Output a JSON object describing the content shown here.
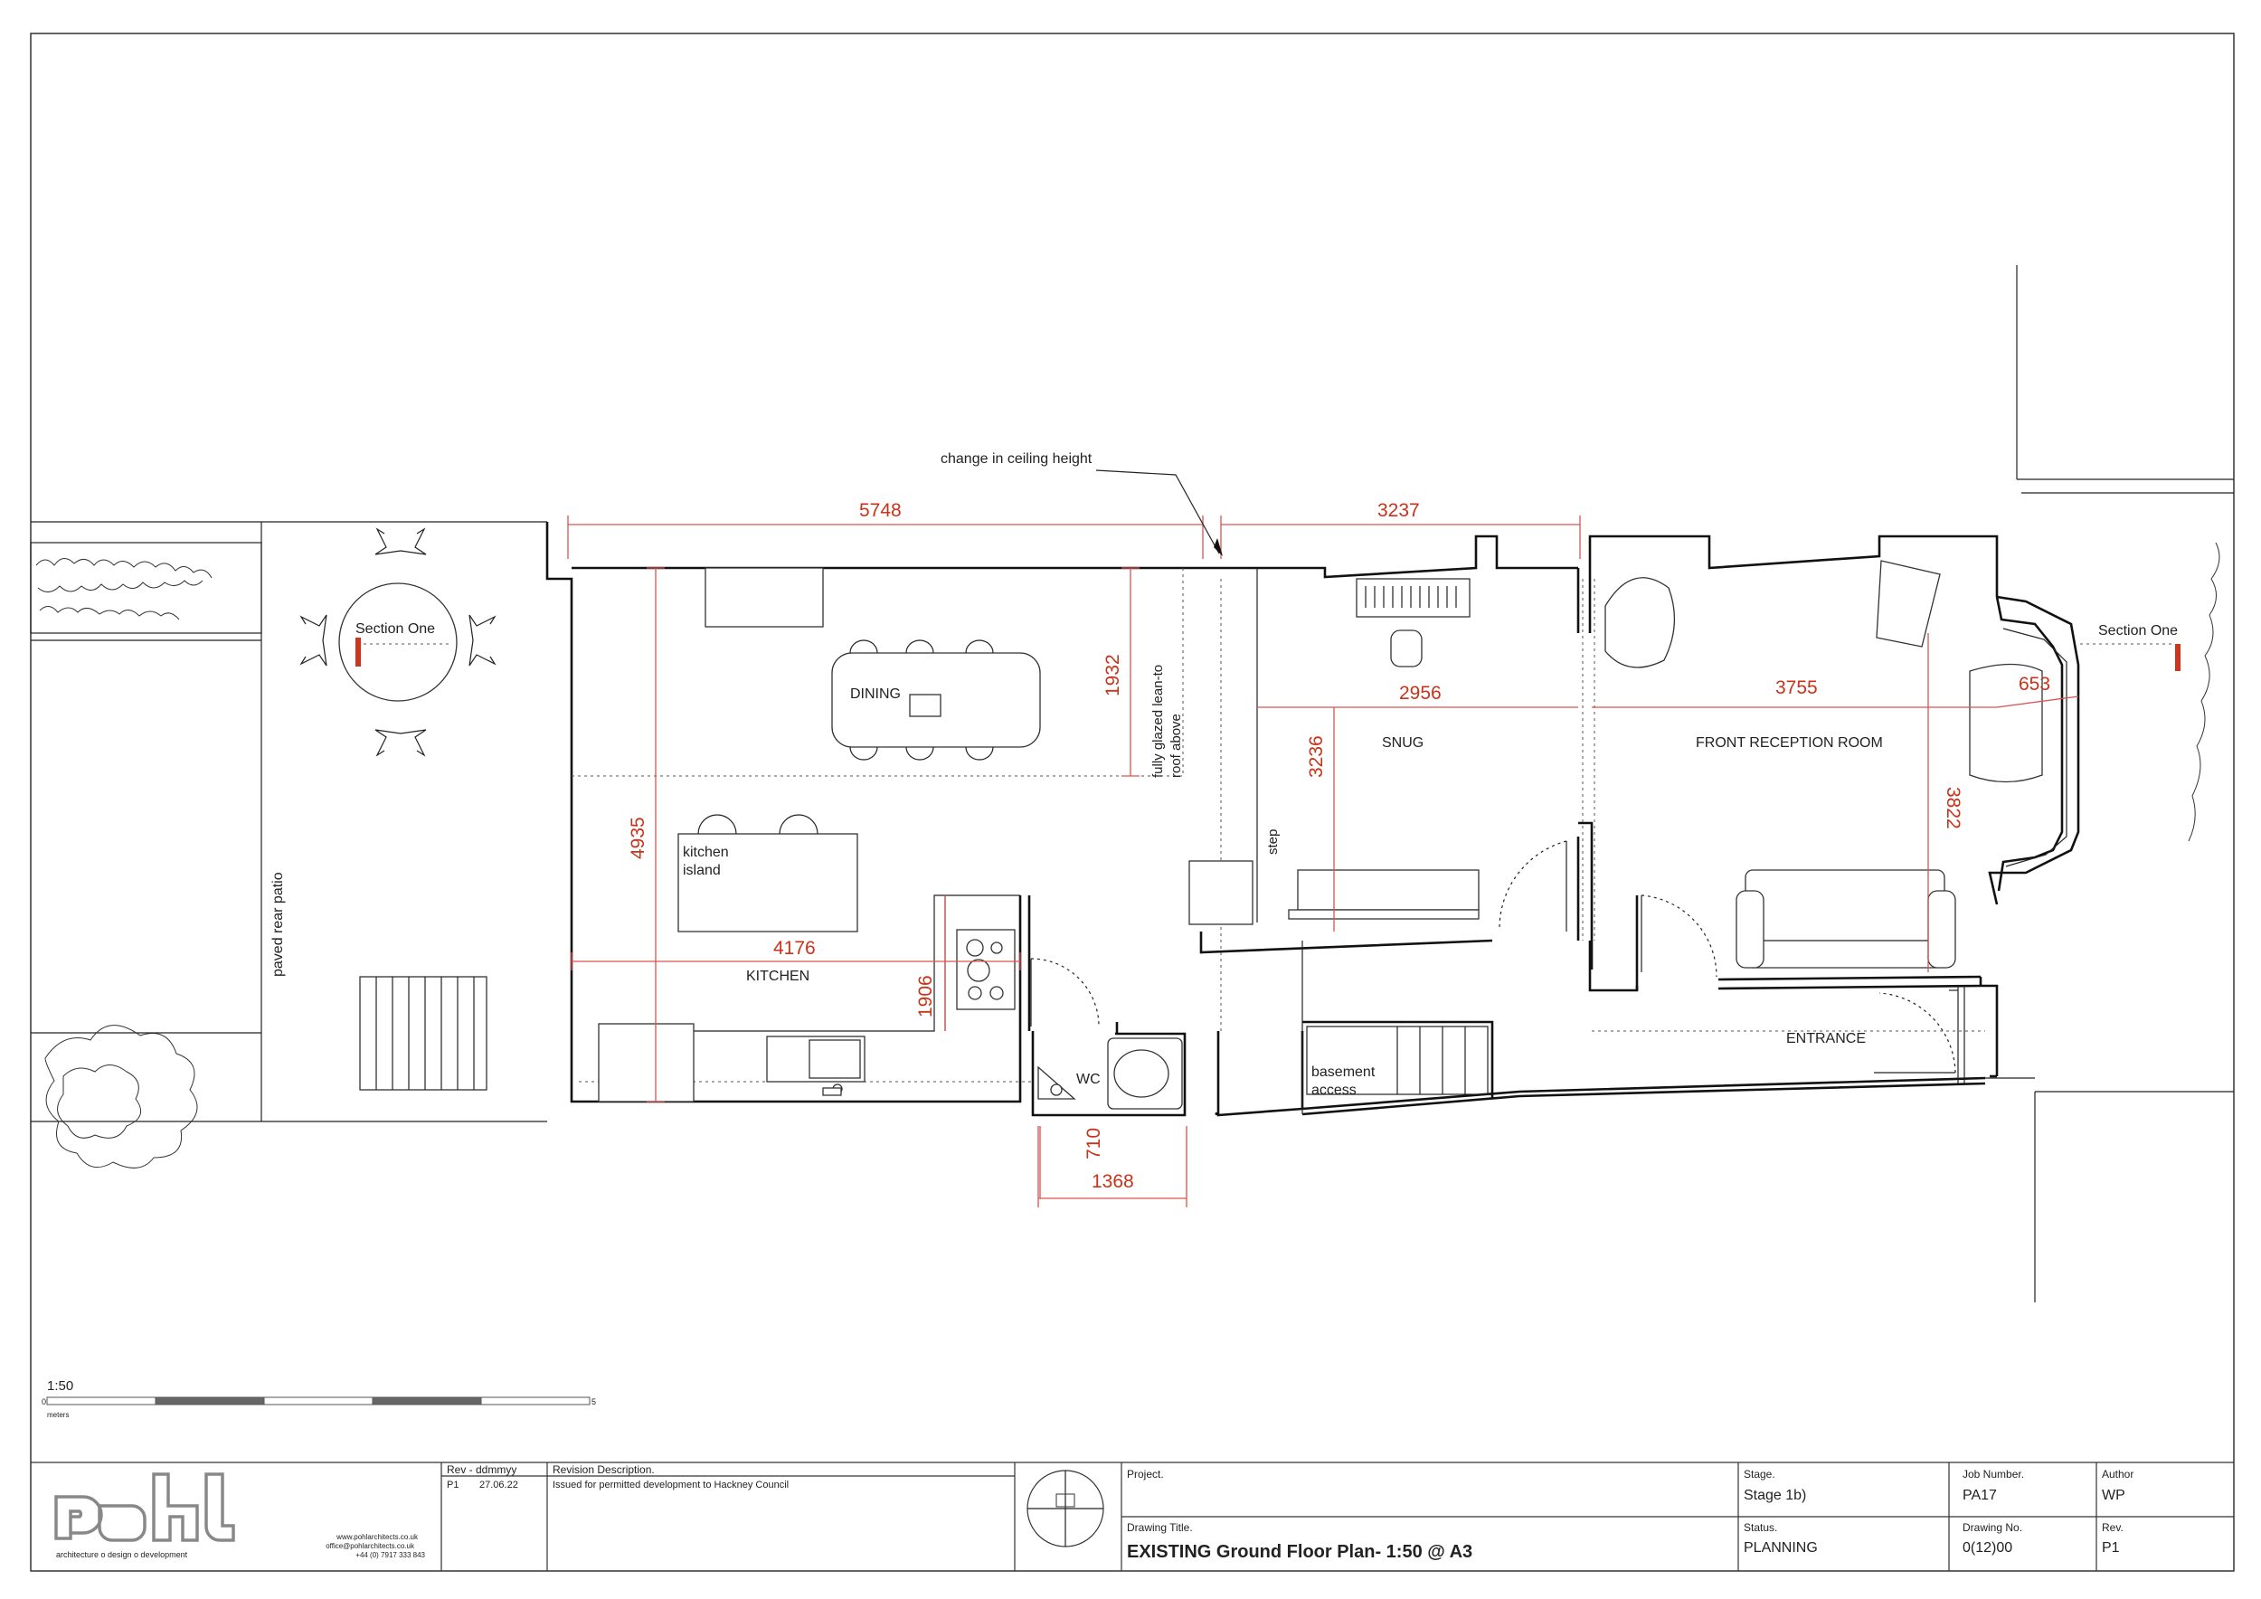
{
  "drawing": {
    "rooms": {
      "dining": "DINING",
      "kitchen_island": [
        "kitchen",
        "island"
      ],
      "kitchen": "KITCHEN",
      "wc": "WC",
      "snug": "SNUG",
      "front_reception": "FRONT RECEPTION ROOM",
      "entrance": "ENTRANCE",
      "basement_access": [
        "basement",
        "access"
      ]
    },
    "annotations": {
      "change_ceiling": "change in ceiling height",
      "glazed_roof": [
        "fully glazed lean-to",
        "roof above"
      ],
      "step": "step",
      "patio": "paved rear patio",
      "section_left": "Section One",
      "section_right": "Section One"
    },
    "dimensions": {
      "d5748": "5748",
      "d3237": "3237",
      "d1932": "1932",
      "d2956": "2956",
      "d3755": "3755",
      "d653": "653",
      "d3236": "3236",
      "d3822": "3822",
      "d4935": "4935",
      "d4176": "4176",
      "d1906": "1906",
      "d710": "710",
      "d1368": "1368"
    },
    "scale": {
      "ratio": "1:50",
      "start": "0",
      "end": "5",
      "unit": "meters"
    }
  },
  "title_block": {
    "logo": "pohl",
    "tagline": "architecture  o  design  o  development",
    "contact": [
      "www.pohlarchitects.co.uk",
      "office@pohlarchitects.co.uk",
      "+44 (0) 7917 333 843"
    ],
    "revision_header": "Rev - ddmmyy",
    "revision_desc_header": "Revision Description.",
    "revisions": [
      {
        "rev": "P1",
        "date": "27.06.22",
        "desc": "Issued for permitted development to Hackney Council"
      }
    ],
    "project_label": "Project.",
    "drawing_title_label": "Drawing Title.",
    "drawing_title": "EXISTING Ground Floor Plan- 1:50 @ A3",
    "stage_label": "Stage.",
    "stage": "Stage 1b)",
    "status_label": "Status.",
    "status": "PLANNING",
    "job_label": "Job Number.",
    "job": "PA17",
    "drawing_no_label": "Drawing No.",
    "drawing_no": "0(12)00",
    "author_label": "Author",
    "author": "WP",
    "rev_label": "Rev.",
    "rev": "P1"
  },
  "colors": {
    "dimension": "#c8331a",
    "section_marker": "#d0341c",
    "line": "#111111"
  }
}
